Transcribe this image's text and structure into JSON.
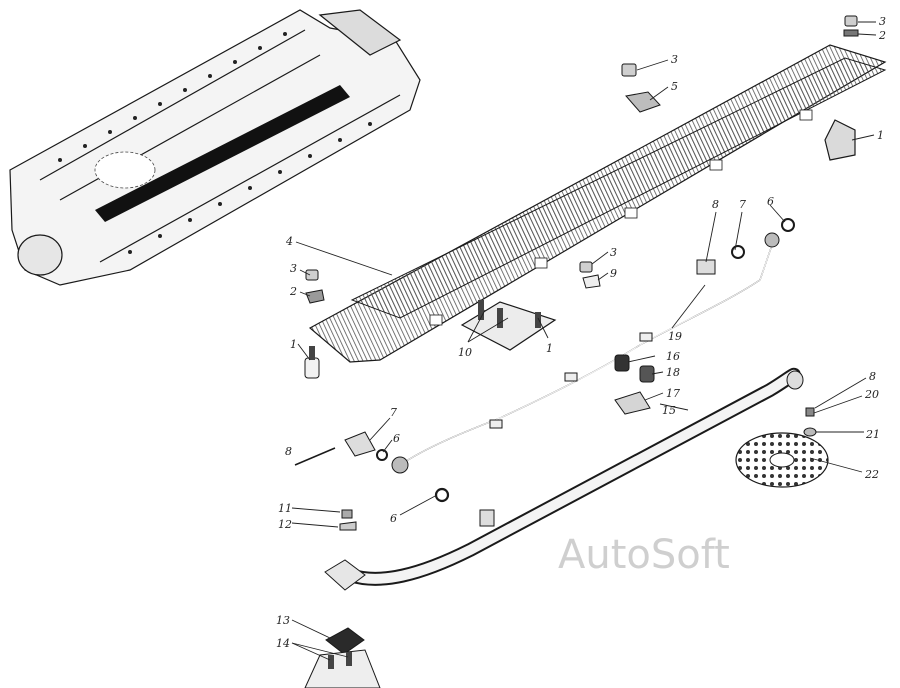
{
  "watermark": "AutoSoft",
  "callouts": {
    "c1a": "1",
    "c1b": "1",
    "c1c": "1",
    "c2a": "2",
    "c2b": "2",
    "c3a": "3",
    "c3b": "3",
    "c3c": "3",
    "c3d": "3",
    "c4": "4",
    "c5": "5",
    "c6a": "6",
    "c6b": "6",
    "c6c": "6",
    "c7a": "7",
    "c7b": "7",
    "c8a": "8",
    "c8b": "8",
    "c8c": "8",
    "c9": "9",
    "c10": "10",
    "c11": "11",
    "c12": "12",
    "c13": "13",
    "c14": "14",
    "c15": "15",
    "c16": "16",
    "c17": "17",
    "c18": "18",
    "c19": "19",
    "c20": "20",
    "c21": "21",
    "c22": "22"
  },
  "colors": {
    "ink": "#1a1a1a",
    "hatch": "#6a6a6a",
    "watermark": "#cfcfcf"
  }
}
